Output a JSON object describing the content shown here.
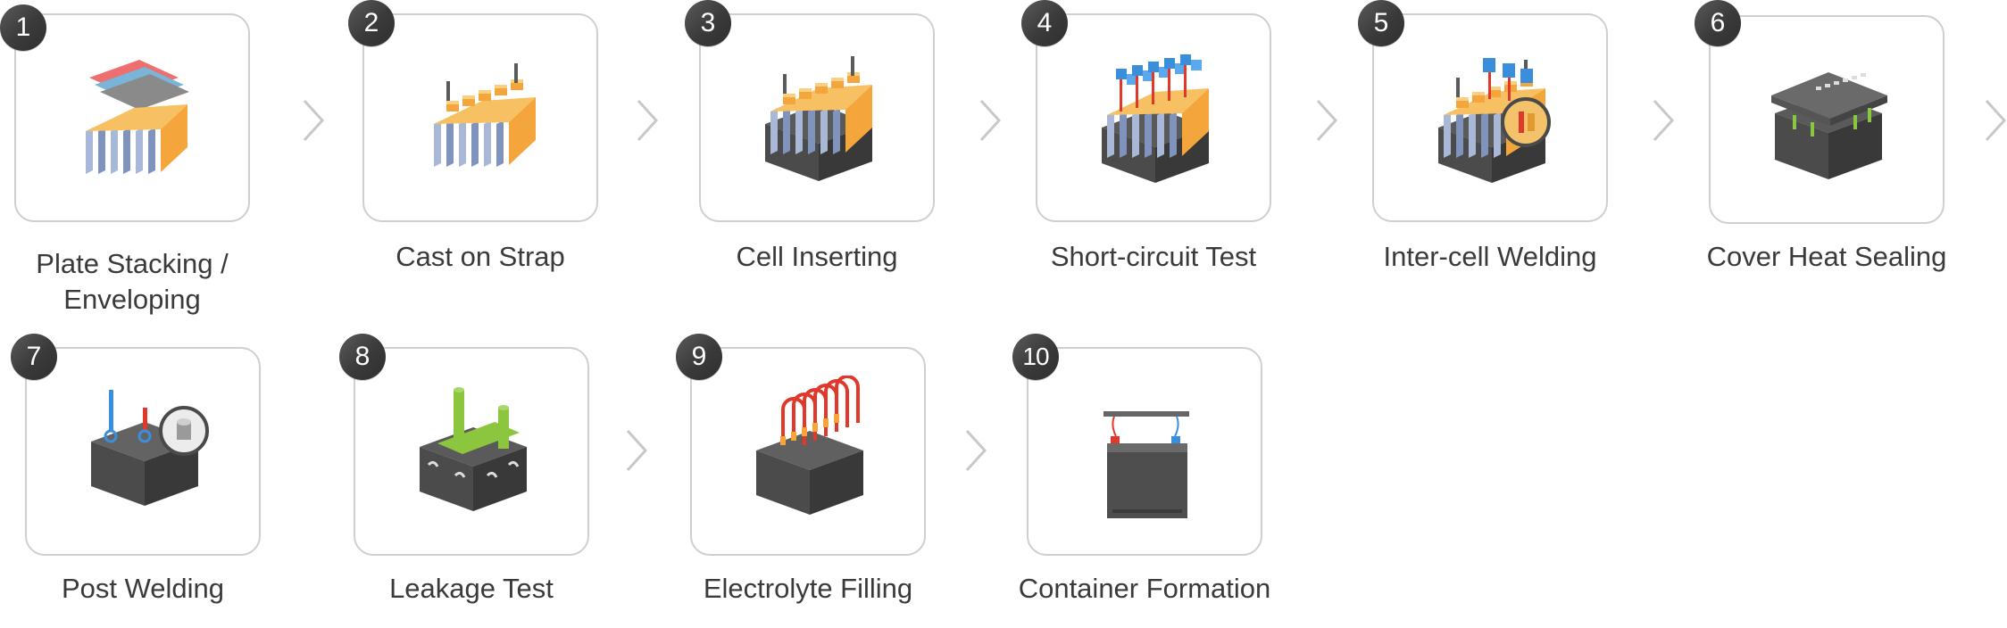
{
  "colors": {
    "card_border": "#cfcfcf",
    "badge": "#3f3f3f",
    "chevron": "#c8c8c8",
    "text": "#3a3a3a",
    "battery_dark": "#4a4a4a",
    "plate_orange": "#f4a63c",
    "plate_blue": "#8aa0c8",
    "pin_blue": "#3a8fdc",
    "post_green": "#8cc63f",
    "pipe_red": "#e0392b"
  },
  "steps": [
    {
      "number": "1",
      "label": "Plate Stacking /\nEnveloping",
      "icon": "plate-stack-icon"
    },
    {
      "number": "2",
      "label": "Cast on Strap",
      "icon": "cast-strap-icon"
    },
    {
      "number": "3",
      "label": "Cell Inserting",
      "icon": "cell-insert-icon"
    },
    {
      "number": "4",
      "label": "Short-circuit Test",
      "icon": "short-circuit-test-icon"
    },
    {
      "number": "5",
      "label": "Inter-cell Welding",
      "icon": "inter-cell-welding-icon"
    },
    {
      "number": "6",
      "label": "Cover Heat Sealing",
      "icon": "cover-heat-seal-icon"
    },
    {
      "number": "7",
      "label": "Post Welding",
      "icon": "post-welding-icon"
    },
    {
      "number": "8",
      "label": "Leakage Test",
      "icon": "leakage-test-icon"
    },
    {
      "number": "9",
      "label": "Electrolyte Filling",
      "icon": "electrolyte-filling-icon"
    },
    {
      "number": "10",
      "label": "Container Formation",
      "icon": "container-formation-icon"
    }
  ]
}
